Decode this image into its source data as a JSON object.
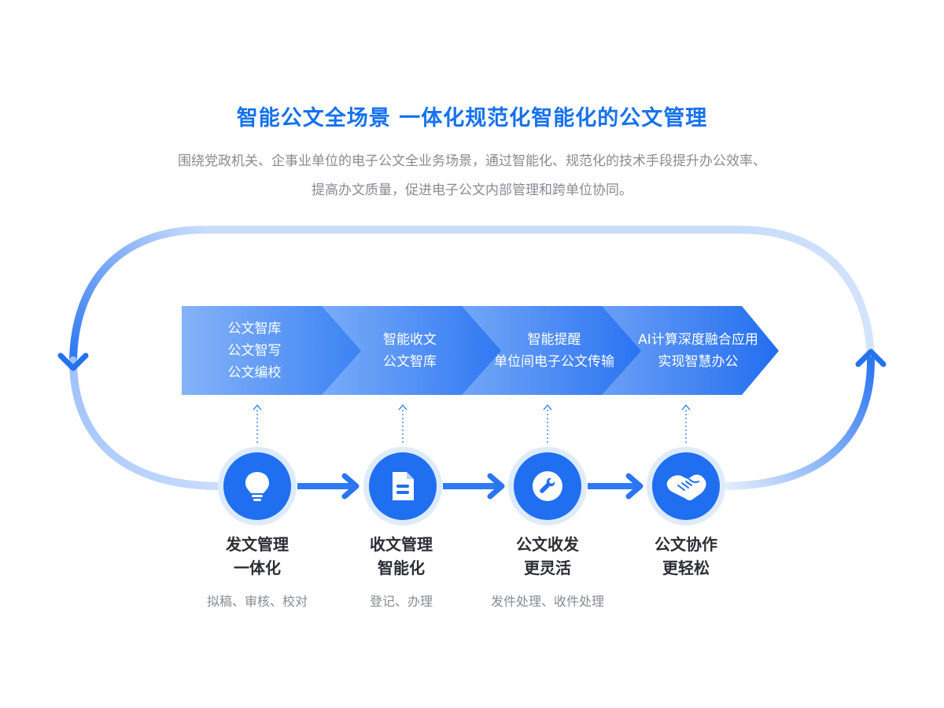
{
  "header": {
    "title": "智能公文全场景  一体化规范化智能化的公文管理",
    "desc_line1": "围绕党政机关、企事业单位的电子公文全业务场景，通过智能化、规范化的技术手段提升办公效率、",
    "desc_line2": "提高办文质量，促进电子公文内部管理和跨单位协同。"
  },
  "bands": [
    {
      "lines": [
        "公文智库",
        "公文智写",
        "公文编校"
      ]
    },
    {
      "lines": [
        "智能收文",
        "公文智库"
      ]
    },
    {
      "lines": [
        "智能提醒",
        "单位间电子公文传输"
      ]
    },
    {
      "lines": [
        "AI计算深度融合应用",
        "实现智慧办公"
      ]
    }
  ],
  "stages": [
    {
      "title_line1": "发文管理",
      "title_line2": "一体化",
      "subtitle": "拟稿、审核、校对",
      "icon": "lightbulb-icon"
    },
    {
      "title_line1": "收文管理",
      "title_line2": "智能化",
      "subtitle": "登记、办理",
      "icon": "document-icon"
    },
    {
      "title_line1": "公文收发",
      "title_line2": "更灵活",
      "subtitle": "发件处理、收件处理",
      "icon": "wrench-icon"
    },
    {
      "title_line1": "公文协作",
      "title_line2": "更轻松",
      "subtitle": "",
      "icon": "handshake-icon"
    }
  ],
  "colors": {
    "title": "#1672ee",
    "primary_blue": "#1f6ff0",
    "light_blue": "#c8dbfb",
    "text_dark": "#2a2e35",
    "text_gray": "#878b93"
  }
}
